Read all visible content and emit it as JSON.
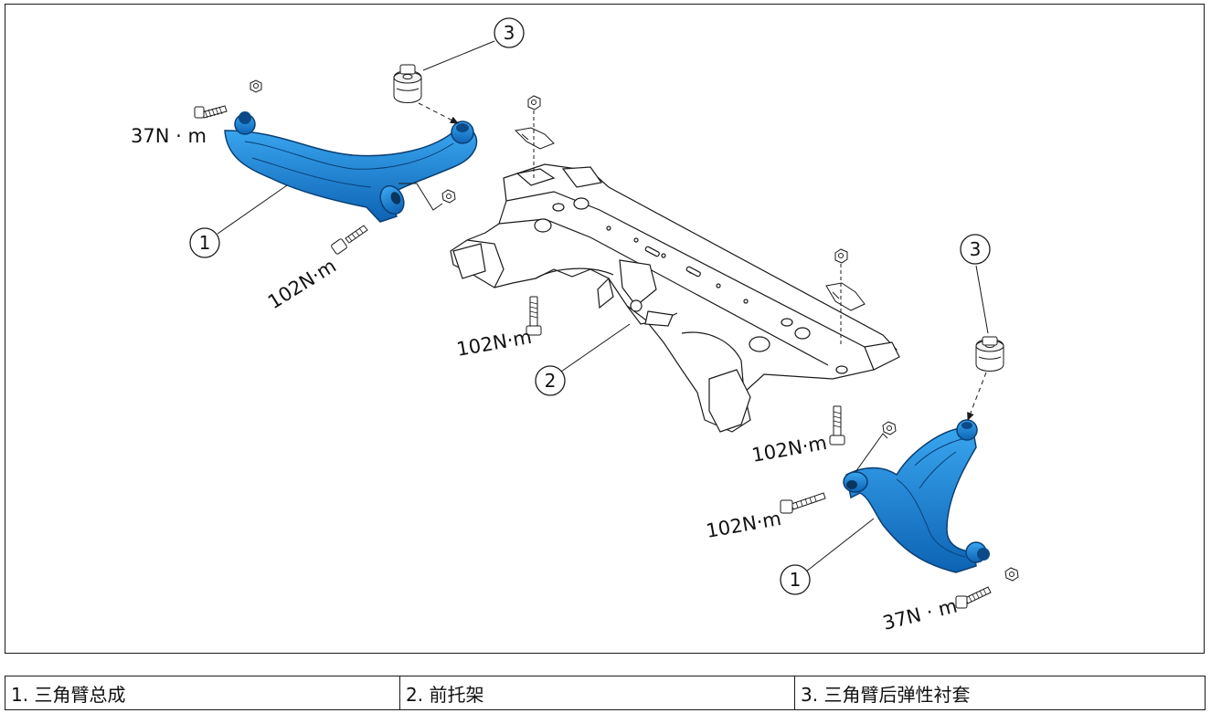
{
  "diagram": {
    "torque_labels": {
      "upper_left_bolt": "37N · m",
      "left_arm_pivot_bolt": "102N·m",
      "frame_left_bolt": "102N·m",
      "frame_right_bolt": "102N·m",
      "right_arm_pivot_bolt": "102N·m",
      "lower_right_bolt": "37N · m"
    },
    "callouts": {
      "arm_left": "1",
      "bushing_left": "3",
      "subframe": "2",
      "bushing_right": "3",
      "arm_right": "1"
    },
    "colors": {
      "control_arm": "#1f8fe0",
      "control_arm_dark": "#0b5ea8",
      "line": "#1a1a1a"
    }
  },
  "legend": [
    "1. 三角臂总成",
    "2. 前托架",
    "3. 三角臂后弹性衬套"
  ]
}
